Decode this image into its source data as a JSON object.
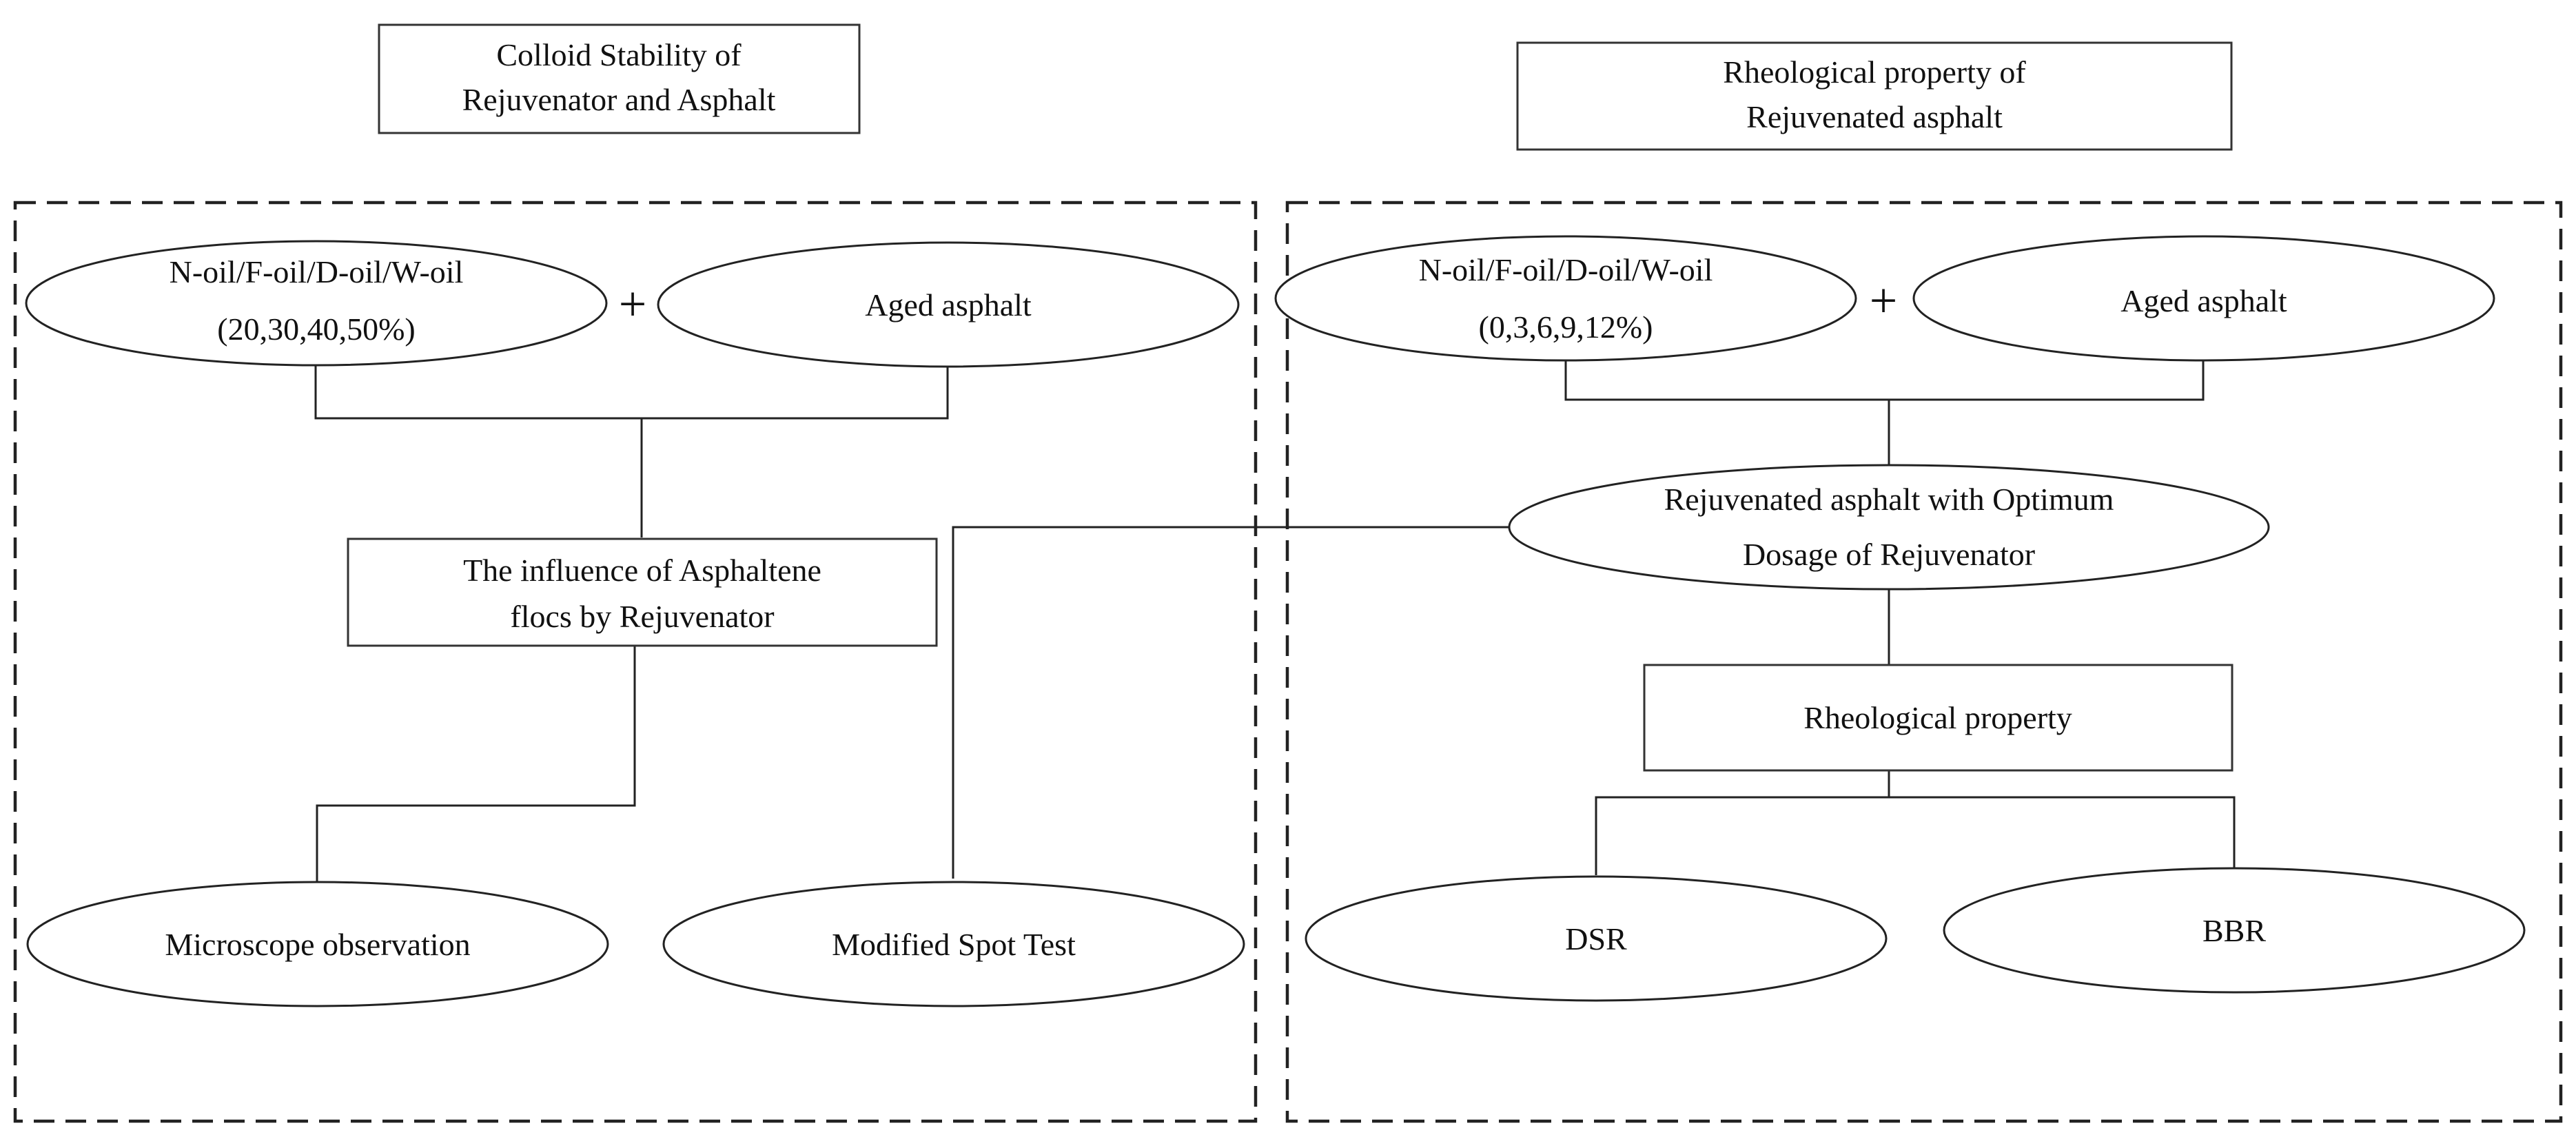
{
  "left_panel": {
    "title": [
      "Colloid Stability of",
      "Rejuvenator and Asphalt"
    ],
    "oils": [
      "N-oil/F-oil/D-oil/W-oil",
      "(20,30,40,50%)"
    ],
    "plus": "+",
    "aged": "Aged asphalt",
    "influence": [
      "The influence of Asphaltene",
      "flocs by Rejuvenator"
    ],
    "microscope": "Microscope observation",
    "spot_test": "Modified Spot Test"
  },
  "right_panel": {
    "title": [
      "Rheological property of",
      "Rejuvenated asphalt"
    ],
    "oils": [
      "N-oil/F-oil/D-oil/W-oil",
      "(0,3,6,9,12%)"
    ],
    "plus": "+",
    "aged": "Aged asphalt",
    "optimum": [
      "Rejuvenated asphalt with  Optimum",
      "Dosage of Rejuvenator"
    ],
    "rheo": "Rheological property",
    "dsr": "DSR",
    "bbr": "BBR"
  }
}
